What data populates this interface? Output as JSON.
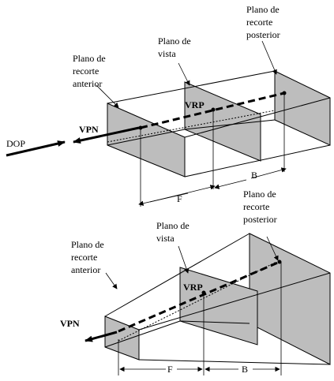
{
  "top": {
    "back_plane_label": [
      "Plano de",
      "recorte",
      "posterior"
    ],
    "view_plane_label": [
      "Plano de",
      "vista"
    ],
    "front_plane_label": [
      "Plano de",
      "recorte",
      "anterior"
    ],
    "vrp": "VRP",
    "vpn": "VPN",
    "dop": "DOP",
    "f": "F",
    "b": "B"
  },
  "bottom": {
    "back_plane_label": [
      "Plano de",
      "recorte",
      "posterior"
    ],
    "view_plane_label": [
      "Plano de",
      "vista"
    ],
    "front_plane_label": [
      "Plano de",
      "recorte",
      "anterior"
    ],
    "vrp": "VRP",
    "vpn": "VPN",
    "f": "F",
    "b": "B"
  }
}
